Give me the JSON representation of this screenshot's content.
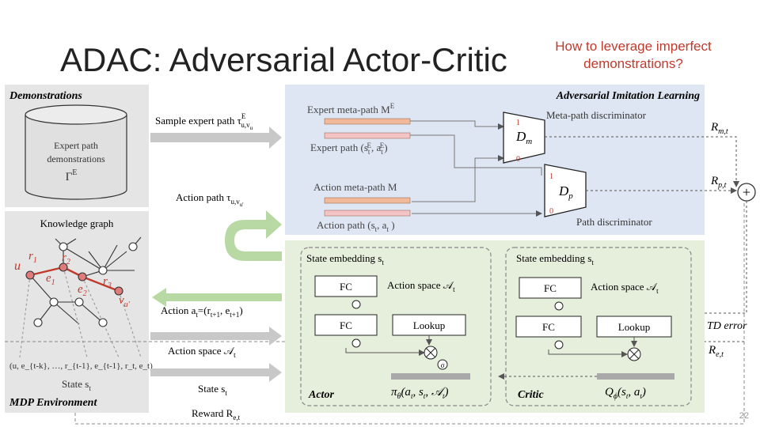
{
  "slide": {
    "title": "ADAC: Adversarial Actor-Critic",
    "question_line1": "How to leverage imperfect",
    "question_line2": "demonstrations?",
    "page_number": "22"
  },
  "demonstrations": {
    "heading": "Demonstrations",
    "db_line1": "Expert path",
    "db_line2": "demonstrations",
    "db_symbol": "Γ",
    "db_symbol_sup": "E"
  },
  "knowledge_graph": {
    "heading": "Knowledge graph",
    "u": "u",
    "r1": "r",
    "r1_sub": "1",
    "r2": "r",
    "r2_sub": "2",
    "r3": "r",
    "r3_sub": "3",
    "e1": "e",
    "e1_sub": "1",
    "e2": "e",
    "e2_sub": "2",
    "vu": "v",
    "vu_sub": "u'",
    "state_tuple": "(u, e_{t-k}, …, r_{t-1}, e_{t-1}, r_t, e_t)",
    "state_label": "State s",
    "state_label_sub": "t",
    "env_heading": "MDP Environment"
  },
  "arrows": {
    "sample_expert": "Sample expert path τ",
    "sample_expert_sup": "E",
    "sample_expert_sub": "u,v",
    "sample_expert_subsub": "u",
    "action_path": "Action path τ",
    "action_path_sub": "u,v",
    "action_path_subsub": "u'",
    "action": "Action a",
    "action_rest": "=(r",
    "action_rest2": ", e",
    "action_rest3": ")",
    "action_sub1": "t",
    "action_sub2": "t+1",
    "action_sub3": "t+1",
    "action_space": "Action space 𝒜",
    "action_space_sub": "t",
    "state": "State s",
    "state_sub": "t",
    "reward": "Reward R",
    "reward_sub": "e,t"
  },
  "ail": {
    "heading": "Adversarial Imitation Learning",
    "expert_meta": "Expert meta-path M",
    "expert_meta_sup": "E",
    "expert_path": "Expert path (s",
    "expert_path_mid": ", a",
    "expert_path_end": ")",
    "expert_path_sup": "E",
    "expert_path_sub": "t",
    "meta_disc": "Meta-path discriminator",
    "dm": "D",
    "dm_sub": "m",
    "dp": "D",
    "dp_sub": "p",
    "action_meta": "Action meta-path M",
    "action_path": "Action path (s",
    "action_path_mid": ", a",
    "action_path_end": " )",
    "action_path_sub": "t",
    "path_disc": "Path discriminator",
    "one": "1",
    "zero": "0",
    "rm": "R",
    "rm_sub": "m,t",
    "rp": "R",
    "rp_sub": "p,t",
    "plus": "+"
  },
  "actor": {
    "state_emb": "State embedding s",
    "state_emb_sub": "t",
    "action_space": "Action space 𝒜",
    "action_space_sub": "t",
    "fc1": "FC",
    "fc2": "FC",
    "lookup": "Lookup",
    "label": "Actor",
    "policy": "π",
    "policy_sub": "θ",
    "policy_args": "(a",
    "policy_args2": ", s",
    "policy_args3": ", 𝒜",
    "policy_args4": ")",
    "sigma": "σ"
  },
  "critic": {
    "state_emb": "State embedding s",
    "state_emb_sub": "t",
    "action_space": "Action space 𝒜",
    "action_space_sub": "t",
    "fc1": "FC",
    "fc2": "FC",
    "lookup": "Lookup",
    "label": "Critic",
    "q": "Q",
    "q_sub": "ϕ",
    "q_args": "(s",
    "q_args2": ", a",
    "q_args3": ")"
  },
  "right_side": {
    "td_error": "TD error",
    "re": "R",
    "re_sub": "e,t"
  },
  "colors": {
    "ail_bg": "#dfe6f3",
    "ac_bg": "#e6efdc",
    "panel_bg": "#e5e5e5",
    "gray_arrow": "#c8c8c8",
    "green_arrow": "#b9d9a4",
    "expert_bar1": "#f1b99a",
    "expert_bar2": "#f4c3c3",
    "action_bar1": "#f1b99a",
    "action_bar2": "#f4c3c3",
    "red_edge": "#c0392b",
    "question_red": "#c0392b"
  }
}
